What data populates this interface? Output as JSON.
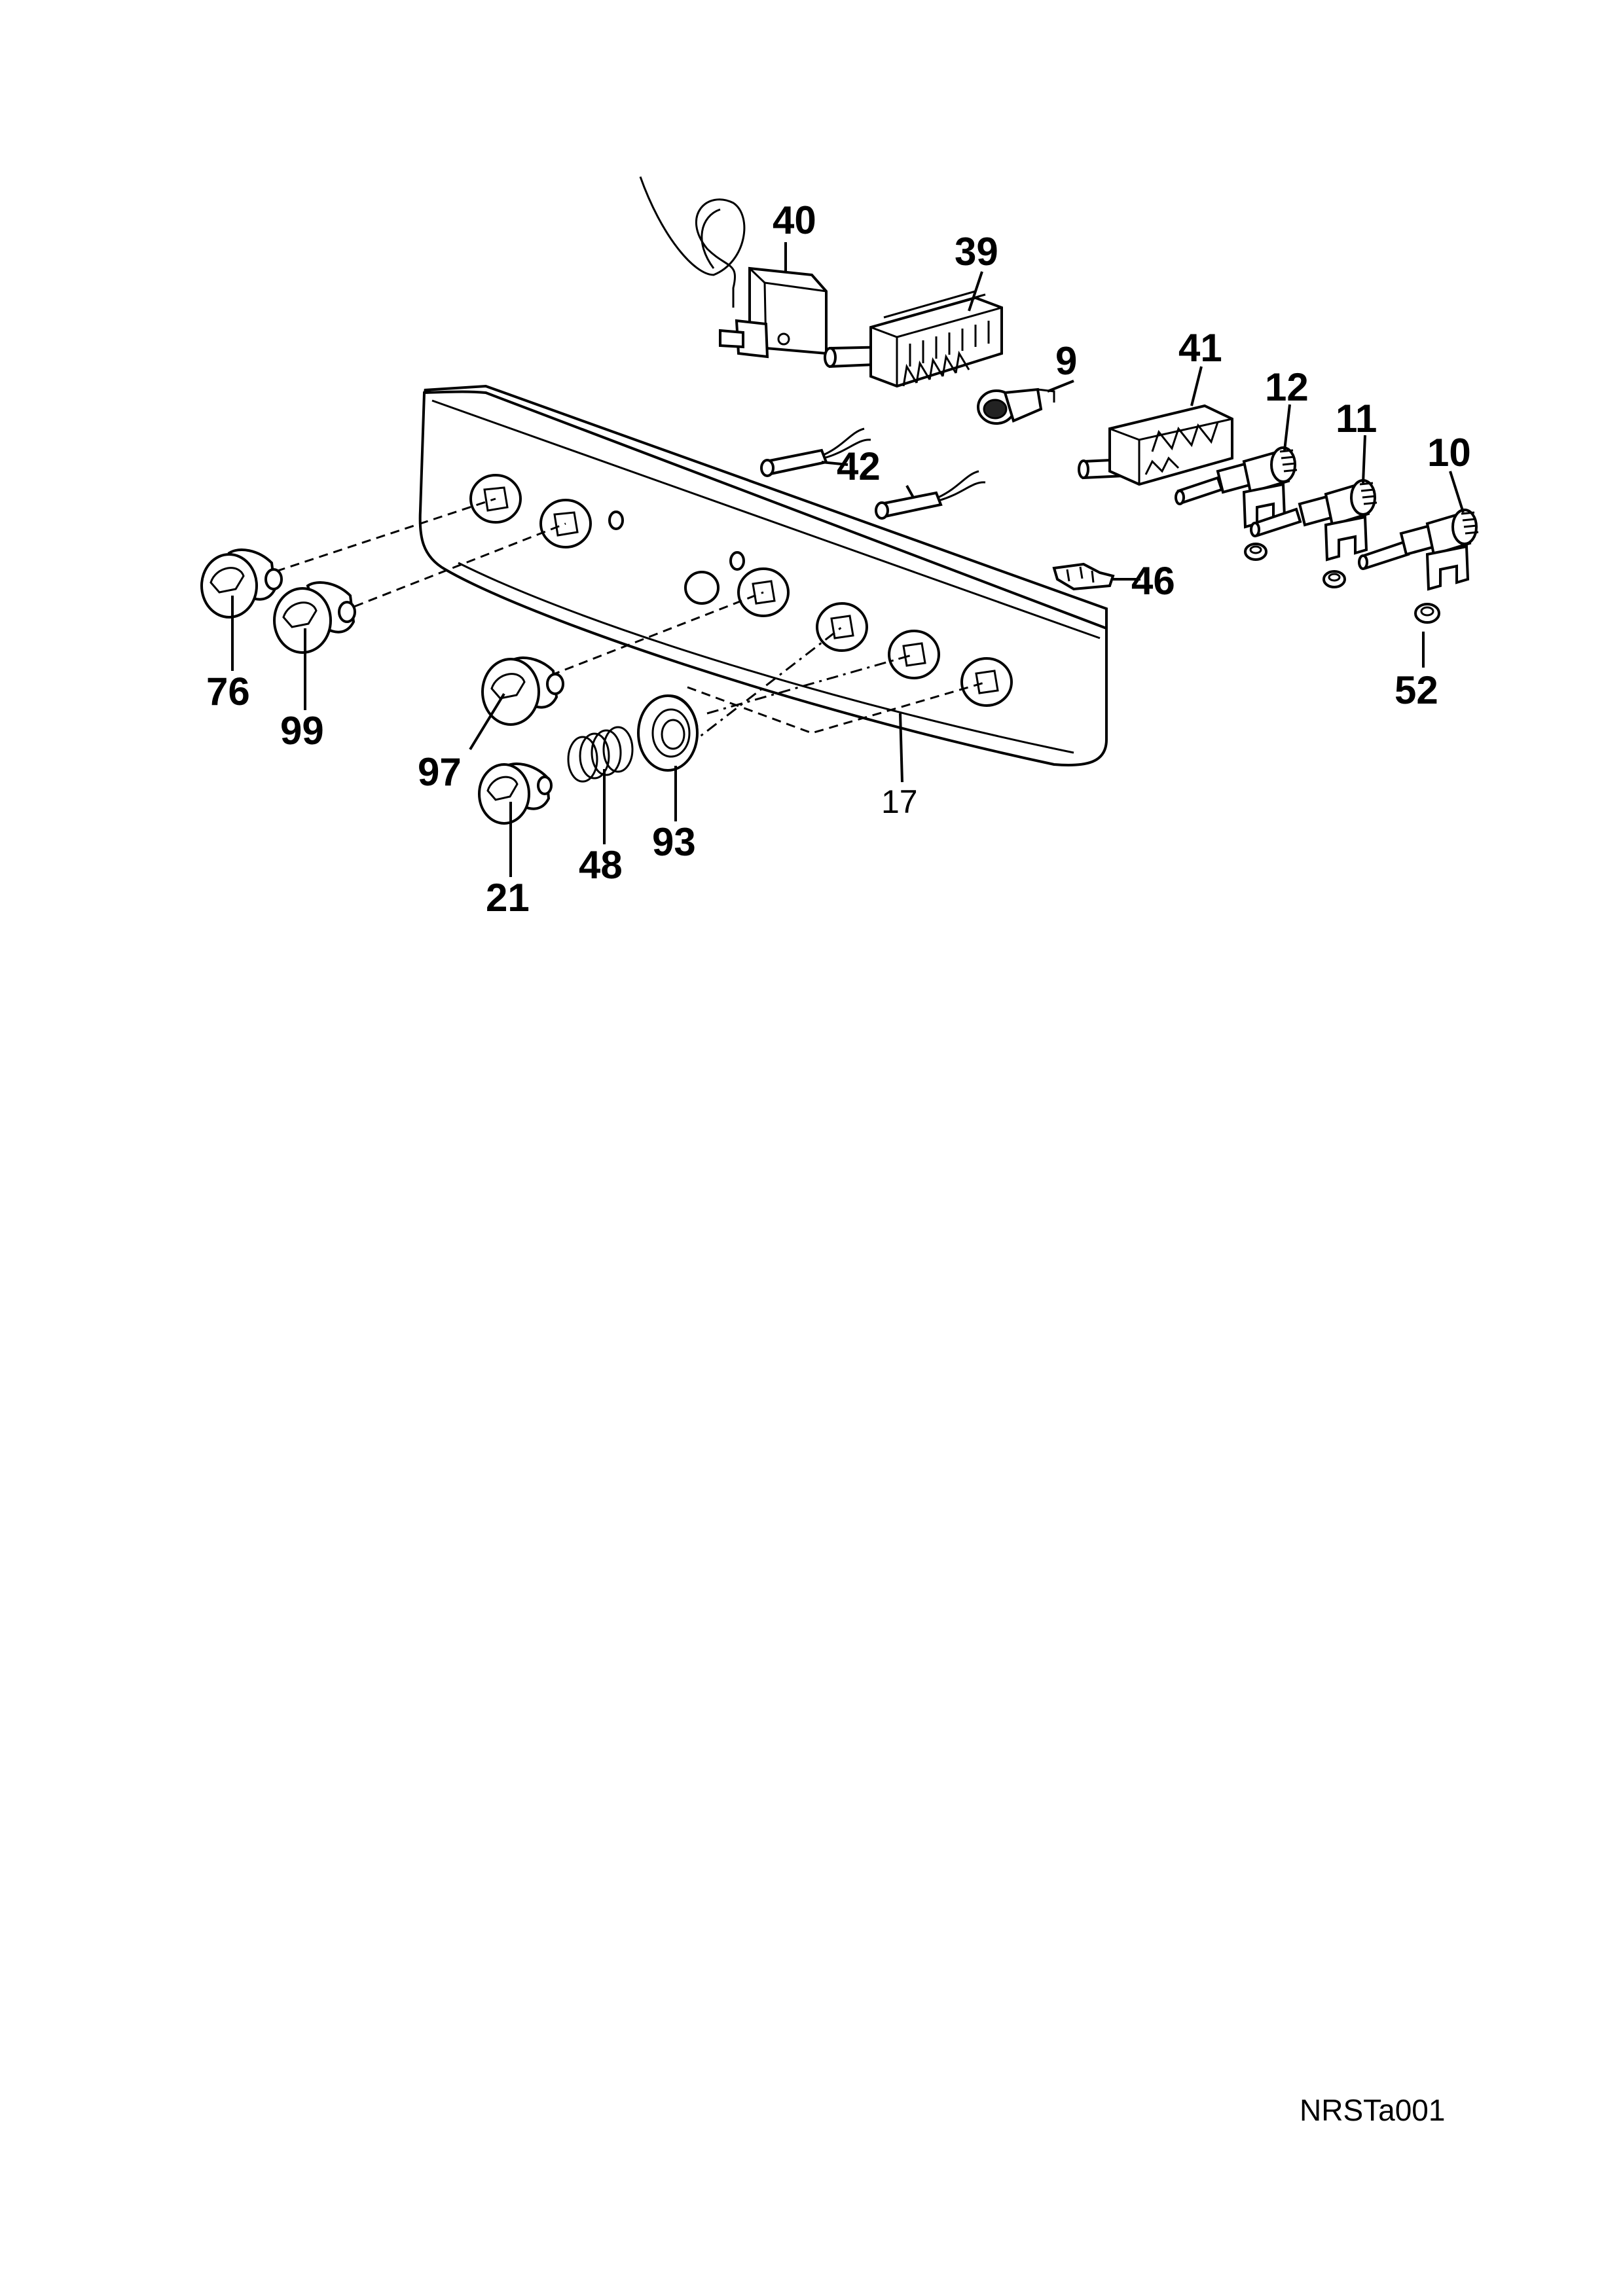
{
  "diagram": {
    "callouts": {
      "p40": "40",
      "p39": "39",
      "p9": "9",
      "p41": "41",
      "p12": "12",
      "p11": "11",
      "p10": "10",
      "p42": "42",
      "p46": "46",
      "p52": "52",
      "p76": "76",
      "p99": "99",
      "p97": "97",
      "p21": "21",
      "p48": "48",
      "p93": "93",
      "p17": "17"
    },
    "drawing_code": "NRSTa001"
  }
}
